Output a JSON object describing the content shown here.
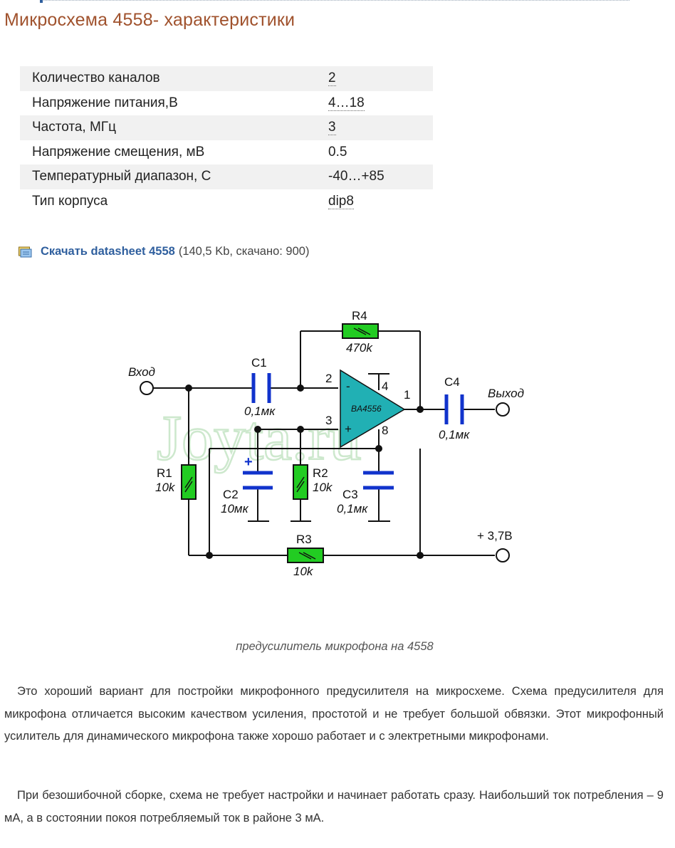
{
  "heading": "Микросхема 4558- характеристики",
  "specs": [
    {
      "label": "Количество каналов",
      "value": "2"
    },
    {
      "label": "Напряжение питания,В",
      "value": "4…18"
    },
    {
      "label": "Частота, МГц",
      "value": "3"
    },
    {
      "label": "Напряжение смещения, мВ",
      "value": "0.5"
    },
    {
      "label": "Температурный диапазон, С",
      "value": "-40…+85"
    },
    {
      "label": "Тип корпуса",
      "value": "dip8"
    }
  ],
  "download": {
    "link_text": "Скачать datasheet 4558",
    "meta": "(140,5 Kb, скачано: 900)"
  },
  "schematic": {
    "watermark": "Joyta.ru",
    "input_label": "Вход",
    "output_label": "Выход",
    "supply_label": "+ 3,7В",
    "chip_label": "BA4556",
    "pins": {
      "inv": "2",
      "noninv": "3",
      "out": "1",
      "top": "4",
      "bottom": "8",
      "minus": "-",
      "plus": "+"
    },
    "r1": {
      "name": "R1",
      "value": "10k"
    },
    "r2": {
      "name": "R2",
      "value": "10k"
    },
    "r3": {
      "name": "R3",
      "value": "10k"
    },
    "r4": {
      "name": "R4",
      "value": "470k"
    },
    "c1": {
      "name": "C1",
      "value": "0,1мк"
    },
    "c2": {
      "name": "C2",
      "value": "10мк",
      "polarity": "+"
    },
    "c3": {
      "name": "C3",
      "value": "0,1мк"
    },
    "c4": {
      "name": "C4",
      "value": "0,1мк"
    },
    "colors": {
      "wire": "#111111",
      "resistor": "#22cc22",
      "capacitor": "#1133cc",
      "opamp": "#21b0b4",
      "watermark": "#cde8cd"
    }
  },
  "caption": "предусилитель микрофона на 4558",
  "paragraphs": [
    "Это хороший вариант для постройки микрофонного предусилителя на микросхеме. Схема предусилителя для микрофона отличается высоким качеством усиления, простотой и не требует большой обвязки. Этот микрофонный усилитель для динамического микрофона также хорошо работает и с электретными микрофонами.",
    "При безошибочной сборке, схема не требует настройки и начинает работать сразу. Наибольший ток потребления – 9 мА, а в состоянии покоя потребляемый ток в районе 3 мА."
  ]
}
